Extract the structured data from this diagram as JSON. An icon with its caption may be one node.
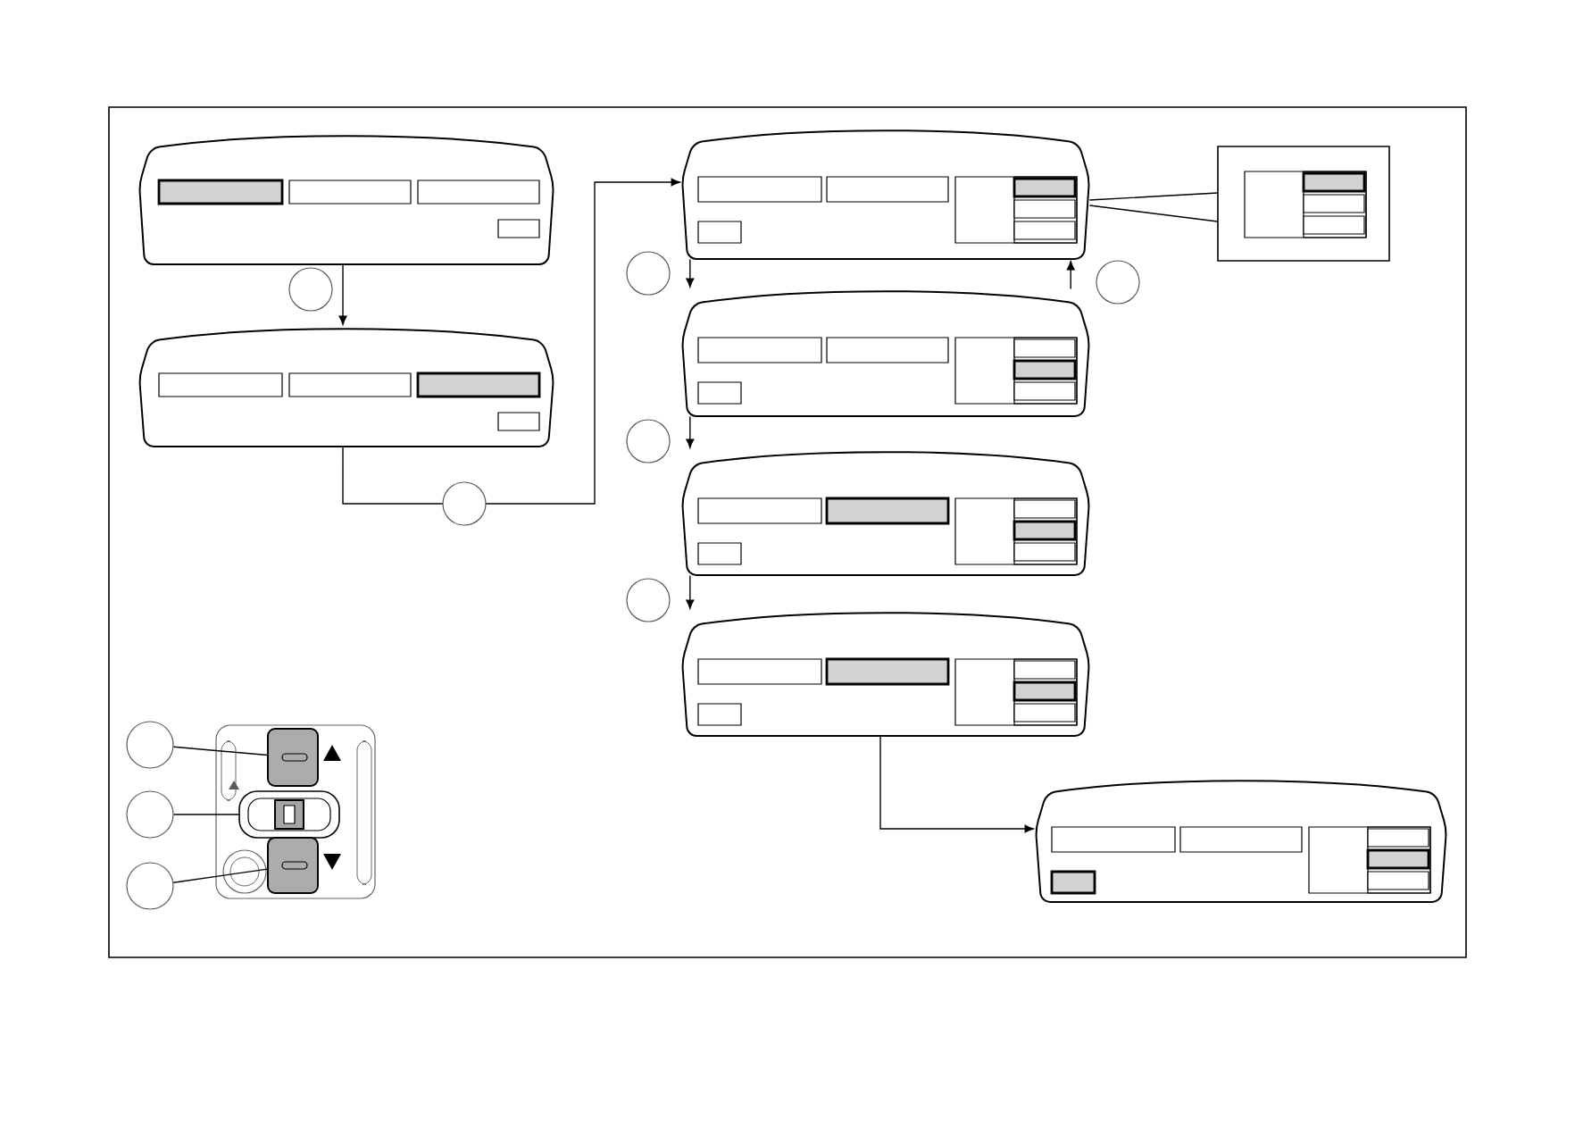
{
  "diagram": {
    "nodes": [
      {
        "text": [],
        "shape": "box"
      },
      {
        "text": [],
        "shape": "box"
      },
      {
        "text": [],
        "shape": "box"
      },
      {
        "text": [],
        "shape": "box"
      },
      {
        "text": [],
        "shape": "box"
      },
      {
        "text": [],
        "shape": "box"
      },
      {
        "text": [],
        "shape": "box"
      },
      {
        "text": [],
        "shape": "box"
      },
      {
        "text": [],
        "shape": "circle"
      },
      {
        "text": [],
        "shape": "circle"
      },
      {
        "text": [],
        "shape": "circle"
      },
      {
        "text": [],
        "shape": "box"
      },
      {
        "text": [],
        "shape": "box"
      },
      {
        "text": [],
        "shape": "box"
      }
    ],
    "edges": [
      {
        "from": 0,
        "to": 1,
        "arrow": "to"
      },
      {
        "from": 1,
        "to": 2,
        "arrow": "to"
      },
      {
        "from": 2,
        "to": 3,
        "arrow": "to"
      },
      {
        "from": 3,
        "to": 2,
        "arrow": "to"
      },
      {
        "from": 3,
        "to": 4,
        "arrow": "to"
      },
      {
        "from": 4,
        "to": 5,
        "arrow": "to"
      },
      {
        "from": 5,
        "to": 6,
        "arrow": "to"
      },
      {
        "from": 2,
        "to": 7,
        "arrow": "none"
      },
      {
        "from": 8,
        "to": 11,
        "arrow": "none"
      },
      {
        "from": 9,
        "to": 12,
        "arrow": "none"
      },
      {
        "from": 10,
        "to": 13,
        "arrow": "none"
      }
    ]
  }
}
